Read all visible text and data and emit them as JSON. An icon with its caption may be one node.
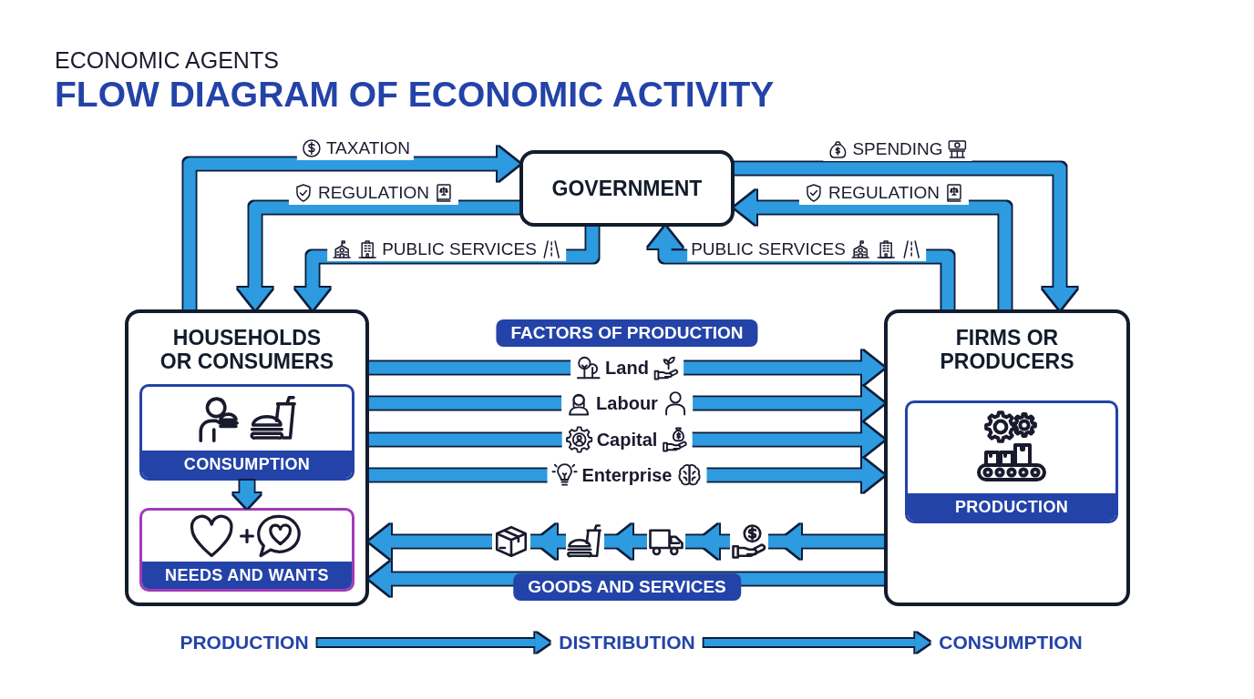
{
  "diagram": {
    "title": "FLOW DIAGRAM OF ECONOMIC ACTIVITY",
    "nodes": [
      {
        "text": [
          "GOVERNMENT"
        ]
      },
      {
        "text": [
          "HOUSEHOLDS OR CONSUMERS"
        ]
      },
      {
        "text": [
          "CONSUMPTION"
        ],
        "in": 1
      },
      {
        "text": [
          "NEEDS AND WANTS"
        ],
        "in": 1
      },
      {
        "text": [
          "FIRMS OR PRODUCERS"
        ]
      },
      {
        "text": [
          "PRODUCTION"
        ],
        "in": 4
      },
      {
        "text": [
          "PRODUCTION"
        ]
      },
      {
        "text": [
          "DISTRIBUTION"
        ]
      },
      {
        "text": [
          "CONSUMPTION"
        ]
      }
    ],
    "edges": [
      {
        "from": 1,
        "to": 0,
        "arrow": "to",
        "label": "TAXATION"
      },
      {
        "from": 0,
        "to": 1,
        "arrow": "to",
        "label": "REGULATION"
      },
      {
        "from": 0,
        "to": 1,
        "arrow": "to",
        "label": "PUBLIC SERVICES"
      },
      {
        "from": 0,
        "to": 4,
        "arrow": "to",
        "label": "SPENDING"
      },
      {
        "from": 4,
        "to": 0,
        "arrow": "to",
        "label": "REGULATION"
      },
      {
        "from": 4,
        "to": 0,
        "arrow": "to",
        "label": "PUBLIC SERVICES"
      },
      {
        "from": 1,
        "to": 4,
        "arrow": "to",
        "label": "Land"
      },
      {
        "from": 1,
        "to": 4,
        "arrow": "to",
        "label": "Labour"
      },
      {
        "from": 1,
        "to": 4,
        "arrow": "to",
        "label": "Capital"
      },
      {
        "from": 1,
        "to": 4,
        "arrow": "to",
        "label": "Enterprise"
      },
      {
        "from": 4,
        "to": 1,
        "arrow": "to"
      },
      {
        "from": 4,
        "to": 1,
        "arrow": "to",
        "label": "GOODS AND SERVICES"
      },
      {
        "from": 2,
        "to": 3,
        "arrow": "to"
      },
      {
        "from": 6,
        "to": 7,
        "arrow": "to"
      },
      {
        "from": 7,
        "to": 8,
        "arrow": "to"
      }
    ],
    "labels": [
      "ECONOMIC AGENTS",
      "FACTORS OF PRODUCTION"
    ]
  }
}
